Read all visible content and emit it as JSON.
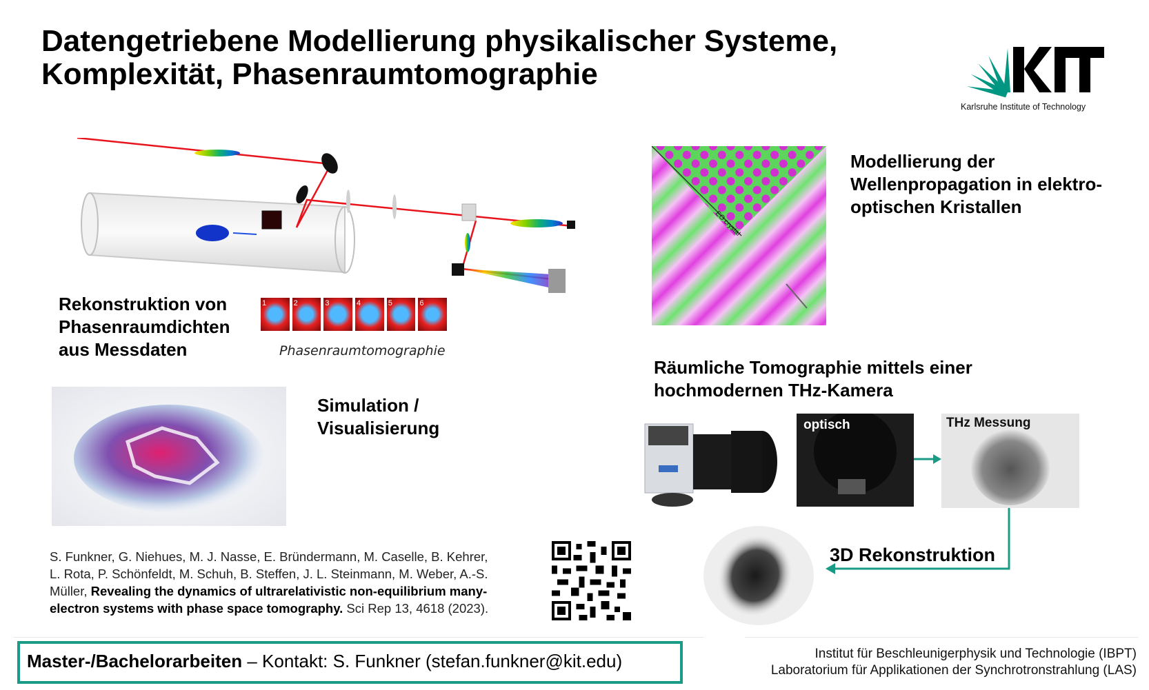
{
  "title": {
    "line1": "Datengetriebene Modellierung physikalischer Systeme,",
    "line2": "Komplexität, Phasenraumtomographie"
  },
  "logo": {
    "text": "KIT",
    "caption": "Karlsruhe Institute of Technology",
    "color": "#009682"
  },
  "sections": {
    "rekonstruktion": [
      "Rekonstruktion von",
      "Phasenraumdichten",
      "aus Messdaten"
    ],
    "phasen_caption": "Phasenraumtomographie",
    "phasen_tiles": [
      "1",
      "2",
      "3",
      "4",
      "5",
      "6"
    ],
    "modellierung": [
      "Modellierung der",
      "Wellenpropagation in elektro-",
      "optischen Kristallen"
    ],
    "eo_label": "EO crystal",
    "simulation": [
      "Simulation /",
      "Visualisierung"
    ],
    "raeumlich": [
      "Räumliche Tomographie mittels einer",
      "hochmodernen THz-Kamera"
    ],
    "optisch_label": "optisch",
    "thz_label": "THz Messung",
    "rekon3d": "3D Rekonstruktion"
  },
  "reference": {
    "line1": "S. Funkner, G. Niehues, M. J. Nasse, E. Bründermann, M. Caselle, B. Kehrer,",
    "line2": "L. Rota, P. Schönfeldt, M. Schuh, B. Steffen, J. L. Steinmann, M. Weber, A.-S.",
    "line3_plain": "Müller, ",
    "line3_bold": "Revealing the dynamics of ultrarelativistic non-equilibrium many-",
    "line4_bold": "electron systems with phase space tomography.",
    "line4_plain": " Sci Rep 13, 4618 (2023)."
  },
  "contact": {
    "bold": "Master-/Bachelorarbeiten",
    "rest": " – Kontakt: S. Funkner (stefan.funkner@kit.edu)",
    "border_color": "#1a9b85"
  },
  "institute": {
    "line1": "Institut für Beschleunigerphysik und Technologie (IBPT)",
    "line2": "Laboratorium für Applikationen der Synchrotronstrahlung (LAS)"
  },
  "colors": {
    "accent": "#1a9b85",
    "laser": "#e8141c"
  }
}
